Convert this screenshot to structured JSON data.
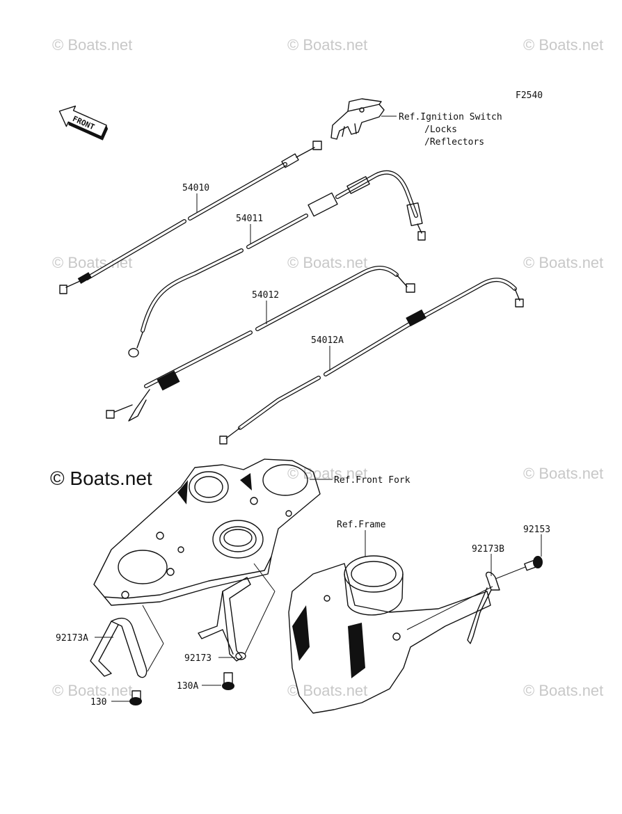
{
  "figure_code": "F2540",
  "watermark_text": "© Boats.net",
  "front_arrow_label": "FRONT",
  "callouts": {
    "ref_ignition": [
      "Ref.Ignition Switch",
      "/Locks",
      "/Reflectors"
    ],
    "ref_front_fork": "Ref.Front Fork",
    "ref_frame": "Ref.Frame",
    "p54010": "54010",
    "p54011": "54011",
    "p54012": "54012",
    "p54012A": "54012A",
    "p92173A": "92173A",
    "p92173": "92173",
    "p92173B": "92173B",
    "p92153": "92153",
    "p130": "130",
    "p130A": "130A"
  }
}
